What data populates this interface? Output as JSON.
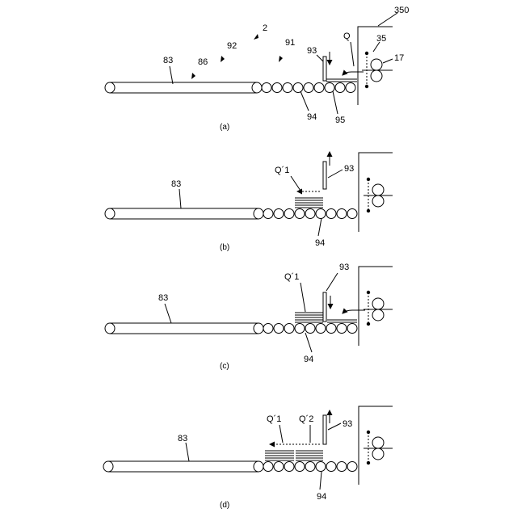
{
  "figure": {
    "labels": {
      "ref_2": "2",
      "ref_92": "92",
      "ref_91": "91",
      "ref_86": "86",
      "ref_83": "83",
      "ref_93": "93",
      "ref_94": "94",
      "ref_95": "95",
      "ref_Q": "Q",
      "ref_35": "35",
      "ref_17": "17",
      "ref_350": "350",
      "ref_Q1": "Q´1",
      "ref_Q2": "Q´2"
    },
    "panels": [
      {
        "caption": "(a)"
      },
      {
        "caption": "(b)"
      },
      {
        "caption": "(c)"
      },
      {
        "caption": "(d)"
      }
    ]
  }
}
